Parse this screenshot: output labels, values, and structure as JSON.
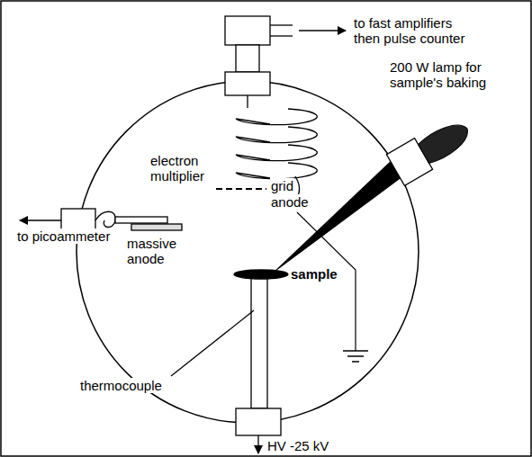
{
  "diagram": {
    "labels": [
      "to fast amplifiers then pulse counter",
      "200 W lamp for sample's baking",
      "electron multiplier",
      "grid",
      "anode",
      "to picoammeter",
      "massive anode",
      "sample",
      "thermocouple",
      "HV -25 kV"
    ]
  }
}
